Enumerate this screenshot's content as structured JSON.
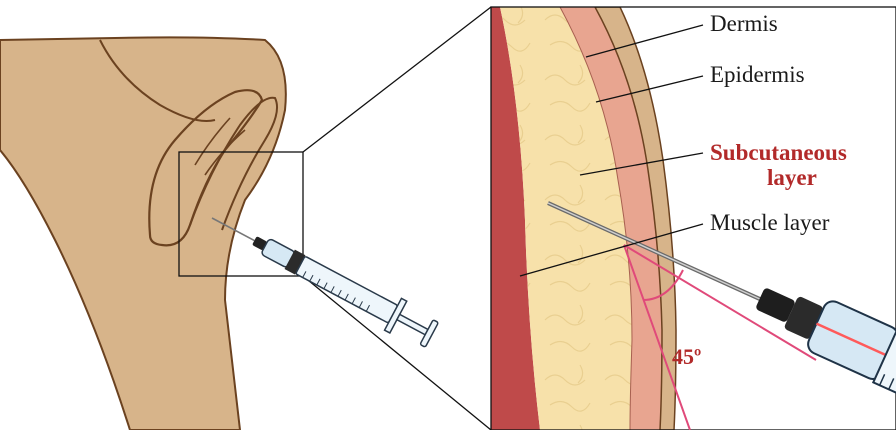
{
  "labels": {
    "dermis": "Dermis",
    "epidermis": "Epidermis",
    "subcutaneous_line1": "Subcutaneous",
    "subcutaneous_line2": "layer",
    "muscle": "Muscle layer",
    "angle": "45º"
  },
  "colors": {
    "skin": "#d7b48a",
    "skin_outline": "#6b4220",
    "epidermis": "#e8a590",
    "fat": "#f7e1aa",
    "muscle": "#bf4a4a",
    "accent_red": "#b22a2a",
    "angle_line": "#e04a7a",
    "syringe_barrel": "#d6e8f4"
  },
  "icons": [
    "syringe-icon",
    "needle-icon",
    "arm-illustration"
  ]
}
